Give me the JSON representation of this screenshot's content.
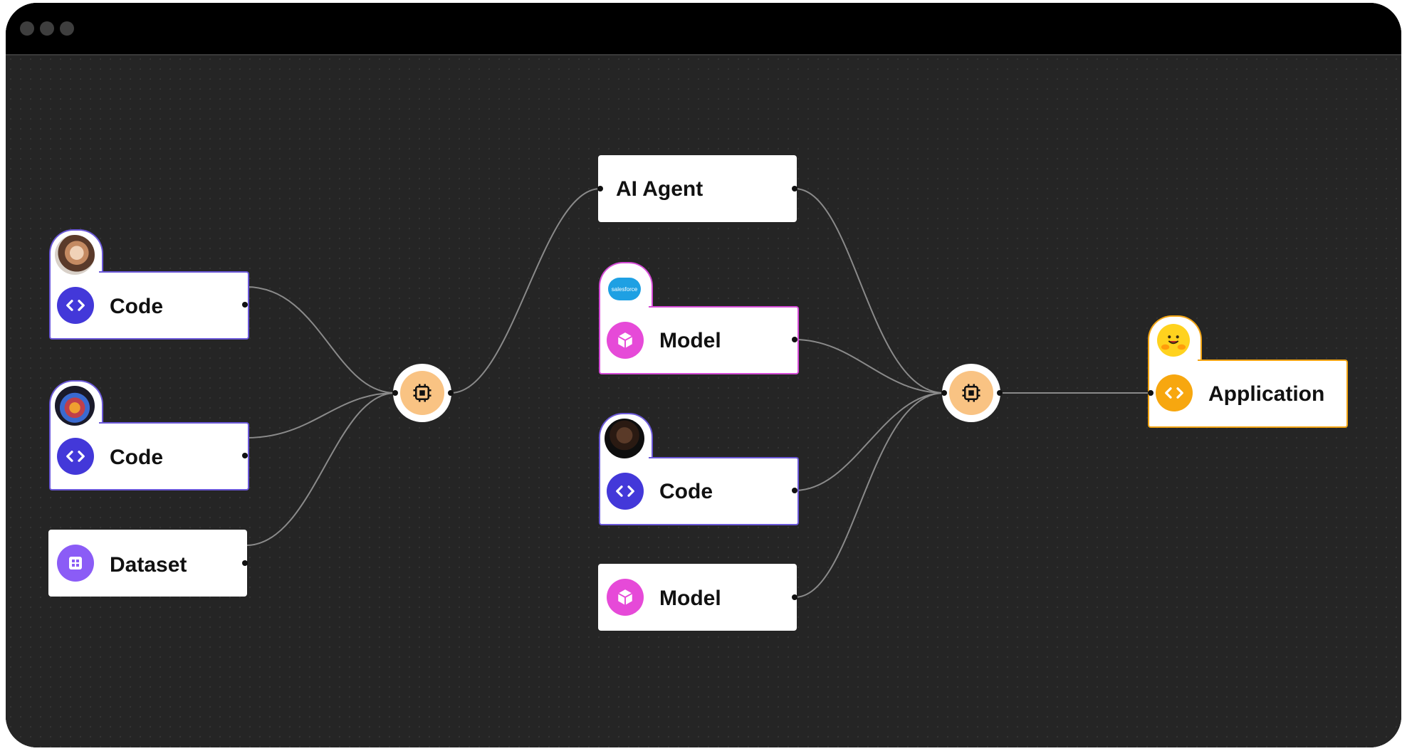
{
  "window": {
    "controls": [
      "close",
      "minimize",
      "maximize"
    ]
  },
  "colors": {
    "code": "#4338d9",
    "model": "#e64ad8",
    "dataset": "#8b5cf6",
    "application": "#f7a70f",
    "hub": "#f9c383",
    "canvas": "#252525",
    "titlebar": "#000000"
  },
  "nodes": {
    "code_1": {
      "label": "Code",
      "icon": "code-icon",
      "avatar": "avatar-woman-portrait"
    },
    "code_2": {
      "label": "Code",
      "icon": "code-icon",
      "avatar": "avatar-fox-illustration"
    },
    "dataset_1": {
      "label": "Dataset",
      "icon": "dataset-grid-icon"
    },
    "ai_agent": {
      "label": "AI Agent"
    },
    "model_1": {
      "label": "Model",
      "icon": "model-cube-icon",
      "logo": "salesforce",
      "logo_text": "salesforce"
    },
    "code_3": {
      "label": "Code",
      "icon": "code-icon",
      "avatar": "avatar-man-portrait"
    },
    "model_2": {
      "label": "Model",
      "icon": "model-cube-icon"
    },
    "application": {
      "label": "Application",
      "icon": "code-icon",
      "logo": "hugging-face-emoji"
    }
  },
  "hubs": [
    {
      "id": "hub-left",
      "icon": "chip-icon"
    },
    {
      "id": "hub-right",
      "icon": "chip-icon"
    }
  ],
  "edges": [
    [
      "code_1",
      "hub-left"
    ],
    [
      "code_2",
      "hub-left"
    ],
    [
      "dataset_1",
      "hub-left"
    ],
    [
      "hub-left",
      "ai_agent"
    ],
    [
      "ai_agent",
      "hub-right"
    ],
    [
      "model_1",
      "hub-right"
    ],
    [
      "code_3",
      "hub-right"
    ],
    [
      "model_2",
      "hub-right"
    ],
    [
      "hub-right",
      "application"
    ]
  ]
}
